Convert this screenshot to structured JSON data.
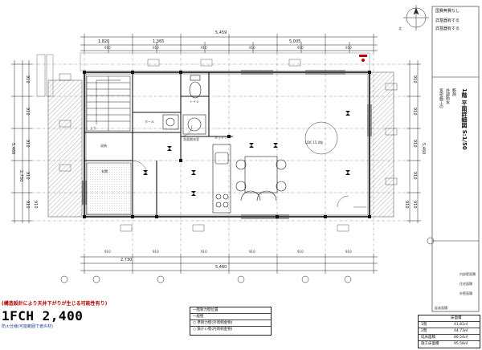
{
  "title_block": {
    "drawing_title": "1階 平面詳細図 S:1/50",
    "top_labels": [
      "国費無費なし",
      "詳基器有する",
      "詳基器有する"
    ],
    "north_label": "北",
    "notes_small": [
      "気密施工の",
      "外部防水",
      "断熱"
    ]
  },
  "notes": {
    "red_note": "(構造設計により天井下がりが生じる可能性有り)",
    "fch": "1FCH 2,400",
    "blue_note": "防火仕様(可能範囲で遮炎材)"
  },
  "overall_dims": {
    "top_total": "5,459",
    "top_sub_left": "1,820",
    "top_sub_mid": "1,365",
    "top_sub_right": "5,005",
    "left_total": "5,460",
    "left_sub": "2,730",
    "bottom_total": "2,730",
    "bottom_sub": "5,460",
    "right_total": "5,460"
  },
  "grid_labels": {
    "top": [
      "910",
      "910",
      "910",
      "910",
      "910",
      "910"
    ],
    "left": [
      "910",
      "910",
      "910",
      "910",
      "910",
      "910"
    ],
    "bottom": [
      "910",
      "910",
      "910",
      "910",
      "910",
      "910"
    ],
    "right": [
      "910",
      "910",
      "910",
      "910",
      "910",
      "910"
    ]
  },
  "rooms": {
    "toilet": "トイレ",
    "washroom": "洗面脱衣室",
    "entrance": "玄関",
    "hall": "ホール",
    "storage": "収納",
    "ldk": "LDK 15.0帖",
    "kitchen": "キッチン",
    "stairs": "上り"
  },
  "legend": [
    "一階耐力壁位置",
    "一般壁",
    "○ 準耐力壁(外周側金物)",
    "○ 筋かい壁(内周側金物)"
  ],
  "area_table": {
    "headers": [
      "",
      "床面積",
      "延床面積"
    ],
    "rows": [
      {
        "label": "1階",
        "value": "41.81㎡"
      },
      {
        "label": "2階",
        "value": "44.73㎡"
      },
      {
        "label": "延床面積",
        "value": "86.54㎡"
      },
      {
        "label": "施工床面積",
        "value": "95.58㎡"
      }
    ],
    "side_notes": [
      "内部壁面積",
      "住宅面積",
      "外壁面積"
    ]
  },
  "colors": {
    "line": "#1c1c1c",
    "hatch": "#6b6b6b",
    "red_accent": "#c00000",
    "blue_text": "#1a3a8a"
  }
}
